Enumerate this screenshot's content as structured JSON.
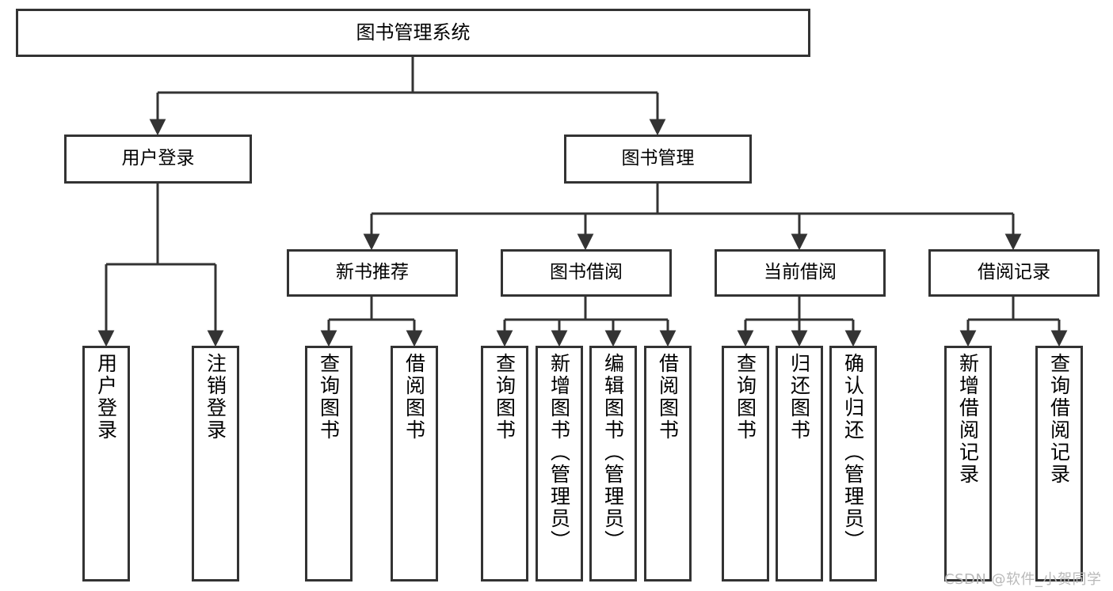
{
  "diagram": {
    "title_text": "图书管理系统",
    "type": "tree-hierarchy-diagram",
    "colors": {
      "node_border": "#333333",
      "node_fill": "#ffffff",
      "connector": "#333333",
      "background": "#ffffff",
      "watermark": "#b9b9b9"
    },
    "root": {
      "label": "图书管理系统"
    },
    "level2": [
      {
        "label": "用户登录"
      },
      {
        "label": "图书管理"
      }
    ],
    "level3": [
      {
        "label": "新书推荐"
      },
      {
        "label": "图书借阅"
      },
      {
        "label": "当前借阅"
      },
      {
        "label": "借阅记录"
      }
    ],
    "leaves": {
      "user_login": [
        {
          "label": "用户登录"
        },
        {
          "label": "注销登录"
        }
      ],
      "new_book_recommend": [
        {
          "label": "查询图书"
        },
        {
          "label": "借阅图书"
        }
      ],
      "book_borrow": [
        {
          "label": "查询图书"
        },
        {
          "label": "新增图书（管理员）"
        },
        {
          "label": "编辑图书（管理员）"
        },
        {
          "label": "借阅图书"
        }
      ],
      "current_borrow": [
        {
          "label": "查询图书"
        },
        {
          "label": "归还图书"
        },
        {
          "label": "确认归还（管理员）"
        }
      ],
      "borrow_record": [
        {
          "label": "新增借阅记录"
        },
        {
          "label": "查询借阅记录"
        }
      ]
    }
  },
  "watermark": {
    "text": "CSDN @软件_小贺同学"
  }
}
